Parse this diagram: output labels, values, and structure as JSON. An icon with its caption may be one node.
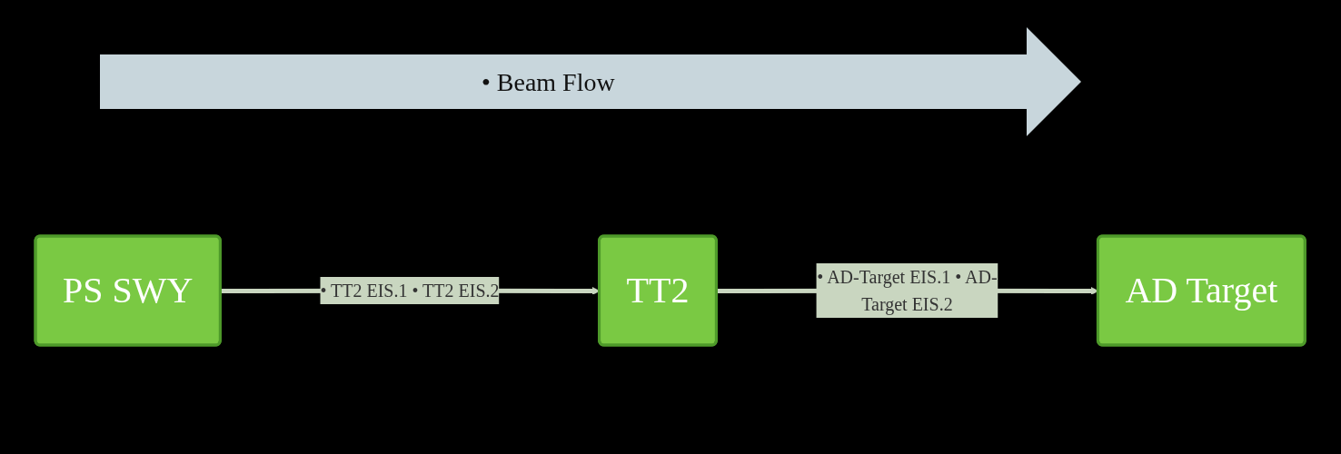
{
  "diagram": {
    "nodes": [
      {
        "text": [
          "PS SWY"
        ]
      },
      {
        "text": [
          "TT2"
        ]
      },
      {
        "text": [
          "AD Target"
        ]
      }
    ],
    "edges": [
      {
        "from": 0,
        "to": 1,
        "arrow": "to",
        "label": "• TT2 EIS.1 • TT2 EIS.2"
      },
      {
        "from": 1,
        "to": 2,
        "arrow": "to",
        "label": "• AD-Target EIS.1 • AD-Target EIS.2"
      }
    ],
    "labels": [
      "• Beam Flow"
    ]
  }
}
